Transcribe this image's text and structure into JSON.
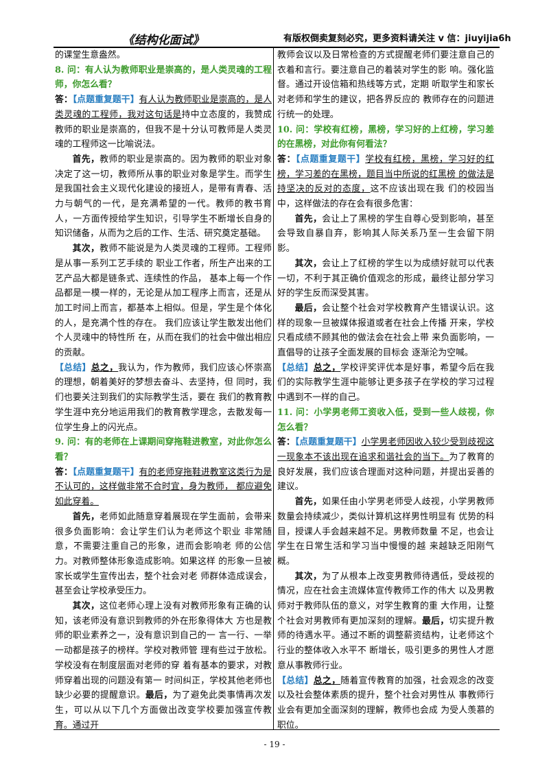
{
  "header": {
    "title": "《结构化面试》",
    "notice": "有版权倒卖复刻必究，更多资料请关注 v 信：jiuyijia6h"
  },
  "left": {
    "p0": "的课堂生意盎然。",
    "q8": "8. 问：有人认为教师职业是崇高的，是人类灵魂的工程师，你怎么看？",
    "a8_label": "答：",
    "a8_tag": "【点题重复题干】",
    "a8_ul": "有人认为教师职业是崇高的，是人类灵魂的工程师，我对这句话是",
    "a8_rest": "持中立态度的，我赞成教师的职业是崇高的，但我不是十分认可教师是人类灵魂的工程师这一比喻说法。",
    "a8_first_kw": "首先，",
    "a8_first": "教师的职业是崇高的。因为教师的职业对象决定了这一切，教师所从事的职业对象是学生。而学生是我国社会主义现代化建设的接班人，是带有青春、活力与朝气的一代，是充满希望的一代。教师的教书育人，一方面传授给学生知识，引导学生不断增长自身的知识储备，从而为之后的工作、生活、研究奠定基础。",
    "a8_second_kw": "其次，",
    "a8_second": "教师不能说是为人类灵魂的工程师。工程师是从事一系列工艺手续的 职业工作者，所生产出来的工艺产品大都是链条式、连续性的作品， 基本上每一个作品都是一模一样的，无论是从加工程序上而言，还是从加工时间上而言，都基本上相似。但是，学生是个体化的人，是充满个性的存在。 我们应该让学生散发出他们个人灵魂中的特性所 在，从而在我们的社会中做出相应的贡献。",
    "a8_sum_tag": "【总结】",
    "a8_sum_kw": "总之，",
    "a8_sum": "我认为，作为教师，我们应该心怀崇高的理想，朝着美好的梦想去奋斗、去坚持，但 同时，我们也要关注到我们的实际教学生活，要在 我们的教育教学生涯中充分地运用我们的教育教学理念，去散发每一位学生身上的闪光点。",
    "q9": "9. 问：有的老师在上课期间穿拖鞋进教室，对此你怎么看？",
    "a9_label": "答：",
    "a9_tag": "【点题重复题干】",
    "a9_ul": "有的老师穿拖鞋进教室这类行为是不认可的，这样做非常不合时宜，身为教师， 都应避免如此穿着。",
    "a9_first_kw": "首先，",
    "a9_first": "老师如此随意穿着展现在学生面前，会带来很多负面影响：会让学生们认为老师这个职业 非常随意，不需要注重自己的形象，进而会影响老 师的公信力。对教师整体形象造成影响。如果这样 的形象一旦被家长或学生宣传出去，整个社会对老 师群体造成误会，甚至会让学校承受压力。",
    "a9_second_kw": "其次，",
    "a9_second": "这位老师心理上没有对教师形象有正确的认知，该老师没有意识到教师的外在形象得体大 方也是教师的职业素养之一，没有意识到自己的一 言一行、一举一动都是孩子的榜样。学校对教师管 理有些过于放松。学校没有在制度层面对老师的穿 着有基本的要求，对教师穿着出现的问题没有第一 时间纠正，学校其他老师也缺少必要的提醒意识。",
    "a9_last_kw": "最后，",
    "a9_last": "为了避免此类事情再次发生，可以从以下几个方面做出改变学校要加强宣传教育。通过开"
  },
  "right": {
    "p0": "教师会议以及日常检查的方式提醒老师们要注意自己的衣着和言行。要注意自己的着装对学生的影 响。强化监督。通过开设信箱和热线等方式，定期 听取学生和家长对老师和学生的建议，把各界反应的 教师存在的问题进行统一的处理。",
    "q10": "10. 问：学校有红榜，黑榜，学习好的上红榜，学习差的在黑榜，对此你有何看法？",
    "a10_label": "答：",
    "a10_tag": "【点题重复题干】",
    "a10_ul": "学校有红榜，黑榜，学习好的红榜，学习差的在黑榜，题目当中所说的红黑榜 的做法是持坚决的反对的态度，",
    "a10_rest": "这不应该出现在我 们的校园当中，这样做法的存在会有很多危害：",
    "a10_first_kw": "首先，",
    "a10_first": "会让上了黑榜的学生自尊心受到影响，甚至会导致自暴自弃，影响其人际关系乃至一生会留下阴影。",
    "a10_second_kw": "其次，",
    "a10_second": "会让上了红榜的学生以为成绩好就可以代表一切，不利于其正确价值观念的形成，最终让部分学习好的学生反而深受其害。",
    "a10_last_kw": "最后，",
    "a10_last": "会让整个社会对学校教育产生错误认识。这样的现象一旦被媒体报道或者在社会上传播 开来，学校只看成绩不顾其他的做法会在社会上带 来负面影响，一直倡导的让孩子全面发展的目标会 逐渐沦为空喊。",
    "a10_sum_tag": "【总结】",
    "a10_sum_kw": "总之，",
    "a10_sum": "学校评奖评优本是好事，希望今后在我们的实际教学生涯中能够让更多孩子在学校的学习过程中遇到不一样的自己。",
    "q11": "11. 问：小学男老师工资收入低，受到一些人歧视，你怎么看？",
    "a11_label": "答：",
    "a11_tag": "【点题重复题干】",
    "a11_ul": "小学男老师因收入较少受到歧视这一现象本不该出现在追求和谐社会的当下。",
    "a11_rest": "为了教育的良好发展，我们应该合理面对这种问题，并提出妥善的建议。",
    "a11_first_kw": "首先，",
    "a11_first": "如果任由小学男老师受人歧视，小学男教师数量会持续减少，类似计算机这样男性明显有 优势的科目，授课人手会越来越不足。男教师数量 不足，也会让学生在日常生活和学习当中慢慢的越 来越缺乏阳刚气概。",
    "a11_second_kw": "其次，",
    "a11_second": "为了从根本上改变男教师待遇低，受歧视的情况，应在社会主流媒体宣传教师工作的伟大 以及男教师对于教师队伍的意义，对学生教育的重 大作用，让整个社会对男教师有更加深刻的理解。",
    "a11_last_kw": "最后，",
    "a11_last": "切实提升教师的待遇水平。通过不断的调整薪资结构，让老师这个行业的整体收入水平不 断增长，吸引更多的男性人才愿意从事教师行业。",
    "a11_sum_tag": "【总结】",
    "a11_sum_kw": "总之，",
    "a11_sum": "随着宣传教育的加强，社会观念的改变以及社会整体素质的提升，整个社会对男性从 事教师行业会有更加全面深刻的理解，教师也会成 为受人羡慕的职位。"
  },
  "footer": {
    "page": "- 19 -"
  }
}
